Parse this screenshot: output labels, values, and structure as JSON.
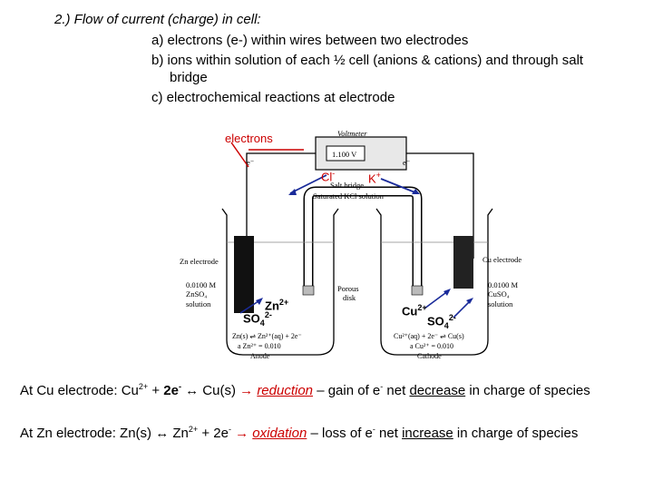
{
  "heading": "2.)  Flow of current (charge) in cell:",
  "items": [
    "a) electrons (e-) within wires between two electrodes",
    "b) ions within solution of each ½ cell (anions & cations) and through salt",
    "bridge",
    "c) electrochemical reactions at electrode"
  ],
  "diagram": {
    "electrons_label": "electrons",
    "voltmeter_label": "Voltmeter",
    "voltmeter_reading": "1.100 V",
    "salt_bridge_label": "Salt bridge",
    "salt_solution_label": "Saturated KCl solution",
    "e_left": "e⁻",
    "e_right": "e⁻",
    "cl_ion": "Cl",
    "k_ion": "K",
    "zn_electrode_label": "Zn electrode",
    "zn_solution_label": [
      "0.0100 M",
      "ZnSO₄",
      "solution"
    ],
    "cu_electrode_label": "Cu electrode",
    "cu_solution_label": [
      "0.0100 M",
      "CuSO₄",
      "solution"
    ],
    "porous_disk_label": [
      "Porous",
      "disk"
    ],
    "zn_ion": "Zn",
    "so4_left": "SO",
    "cu_ion": "Cu",
    "so4_right": "SO",
    "anode_eq": [
      "Zn(s) ⇌ Zn²⁺(aq) + 2e⁻",
      "a Zn²⁺ = 0.010",
      "Anode"
    ],
    "cathode_eq": [
      "Cu²⁺(aq) + 2e⁻ ⇌ Cu(s)",
      "a Cu²⁺ = 0.010",
      "Cathode"
    ]
  },
  "statements": {
    "cu": {
      "prefix": "At Cu electrode: Cu",
      "mid": " + ",
      "e2": "2e",
      "reaction": " ↔  Cu(s)  ",
      "arrow": "→",
      "kind": "reduction",
      "dash": " – gain of e",
      "net": " net ",
      "change": "decrease",
      "tail": " in charge of species"
    },
    "zn": {
      "prefix": "At Zn electrode: Zn(s) ↔ Zn",
      "mid": " + 2e",
      "arrow": "→",
      "kind": "oxidation",
      "dash": " – loss of e",
      "net": " net ",
      "change": "increase",
      "tail": " in charge of species"
    }
  }
}
